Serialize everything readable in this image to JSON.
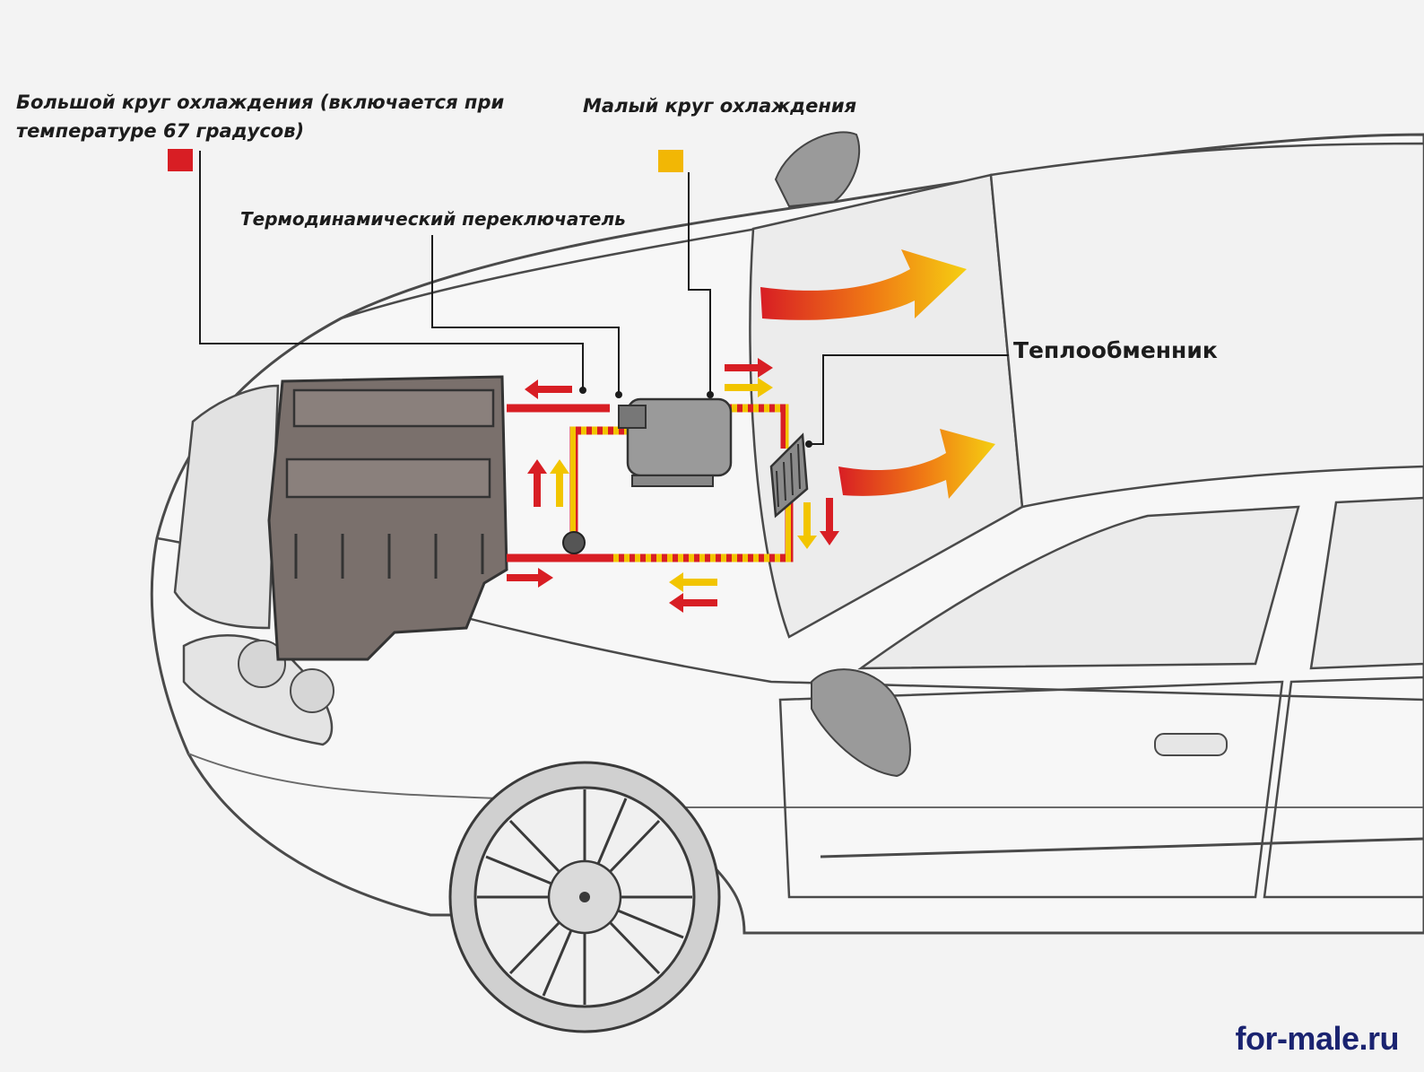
{
  "labels": {
    "large_circuit_line1": "Большой круг охлаждения (включается при",
    "large_circuit_line2": "температуре 67 градусов)",
    "small_circuit": "Малый круг охлаждения",
    "thermo_switch": "Термодинамический переключатель",
    "heat_exchanger": "Теплообменник"
  },
  "legend": {
    "large_circuit_color": "#d81e24",
    "small_circuit_color": "#f2b705"
  },
  "watermark": "for-male.ru",
  "colors": {
    "body": "#f3f3f3",
    "outline": "#4a4a4a",
    "engine": "#7a706c",
    "pipe_red": "#d81e24",
    "pipe_yellow": "#f2c500",
    "heater": "#9a9a9a"
  }
}
